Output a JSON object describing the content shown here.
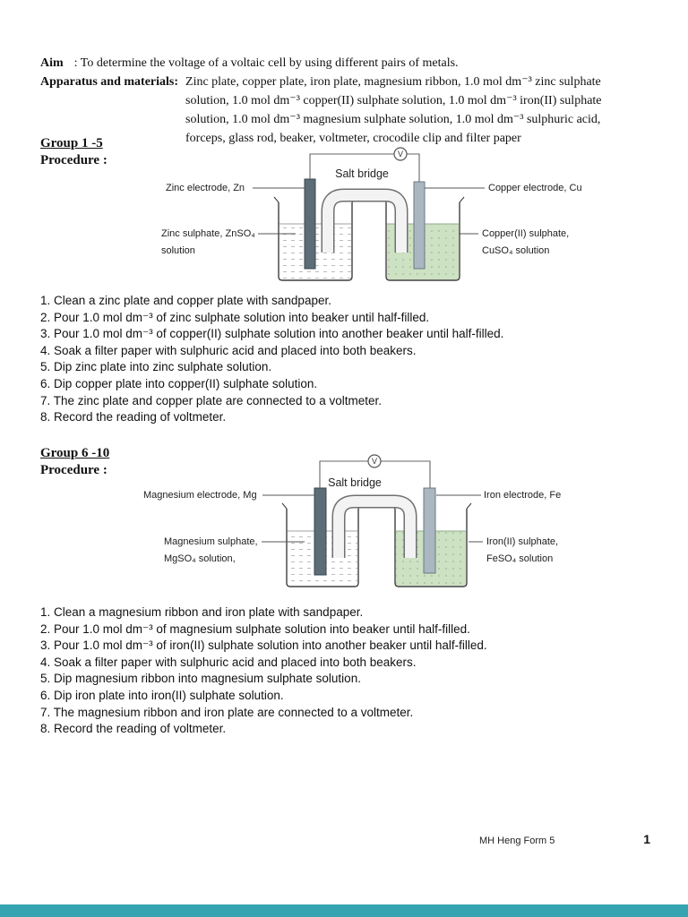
{
  "header": {
    "aim_label": "Aim",
    "aim_text": ": To determine the voltage of a voltaic cell by using different pairs of metals.",
    "apparatus_label": "Apparatus and materials:",
    "apparatus_lines": [
      "Zinc plate, copper plate, iron plate, magnesium ribbon, 1.0 mol dm⁻³ zinc sulphate",
      "solution, 1.0 mol dm⁻³ copper(II) sulphate solution, 1.0 mol dm⁻³ iron(II) sulphate",
      "solution, 1.0 mol dm⁻³ magnesium sulphate solution, 1.0 mol dm⁻³ sulphuric acid,",
      "forceps, glass rod, beaker, voltmeter, crocodile clip and filter paper"
    ]
  },
  "group1": {
    "title": "Group 1 -5",
    "procedure_label": "Procedure :",
    "diagram": {
      "voltmeter_label": "V",
      "salt_bridge_label": "Salt bridge",
      "left_electrode_label": "Zinc electrode, Zn",
      "right_electrode_label": "Copper electrode, Cu",
      "left_solution_line1": "Zinc sulphate, ZnSO₄",
      "left_solution_line2": "solution",
      "right_solution_line1": "Copper(II) sulphate,",
      "right_solution_line2": "CuSO₄ solution"
    },
    "steps": [
      "1. Clean a zinc plate and copper plate with sandpaper.",
      "2. Pour 1.0 mol dm⁻³ of zinc sulphate solution into beaker until half-filled.",
      "3. Pour 1.0 mol dm⁻³ of copper(II) sulphate solution into another beaker until half-filled.",
      "4. Soak a filter paper with sulphuric acid and placed into both beakers.",
      "5. Dip zinc plate into zinc sulphate solution.",
      "6. Dip copper plate into copper(II) sulphate solution.",
      "7. The zinc plate and copper plate are connected to a voltmeter.",
      "8. Record the reading of voltmeter."
    ]
  },
  "group2": {
    "title": "Group 6 -10",
    "procedure_label": "Procedure :",
    "diagram": {
      "voltmeter_label": "V",
      "salt_bridge_label": "Salt bridge",
      "left_electrode_label": "Magnesium electrode, Mg",
      "right_electrode_label": "Iron electrode, Fe",
      "left_solution_line1": "Magnesium sulphate,",
      "left_solution_line2": "MgSO₄ solution,",
      "right_solution_line1": "Iron(II) sulphate,",
      "right_solution_line2": "FeSO₄ solution"
    },
    "steps": [
      "1. Clean a magnesium ribbon and iron plate with sandpaper.",
      "2. Pour 1.0 mol dm⁻³ of magnesium sulphate solution into beaker until half-filled.",
      "3. Pour 1.0 mol dm⁻³ of iron(II) sulphate solution into another beaker until half-filled.",
      "4. Soak a filter paper with sulphuric acid and placed into both beakers.",
      "5. Dip magnesium ribbon into magnesium sulphate solution.",
      "6. Dip iron plate into iron(II) sulphate solution.",
      "7. The magnesium ribbon and iron plate are connected to a voltmeter.",
      "8. Record the reading of voltmeter."
    ]
  },
  "footer": {
    "credit": "MH Heng Form 5",
    "page_number": "1"
  },
  "colors": {
    "solution_green": "#cde1c3",
    "electrode_dark": "#5c6d78",
    "electrode_light": "#aab7c0",
    "viewer_bar": "#36a3b0"
  }
}
